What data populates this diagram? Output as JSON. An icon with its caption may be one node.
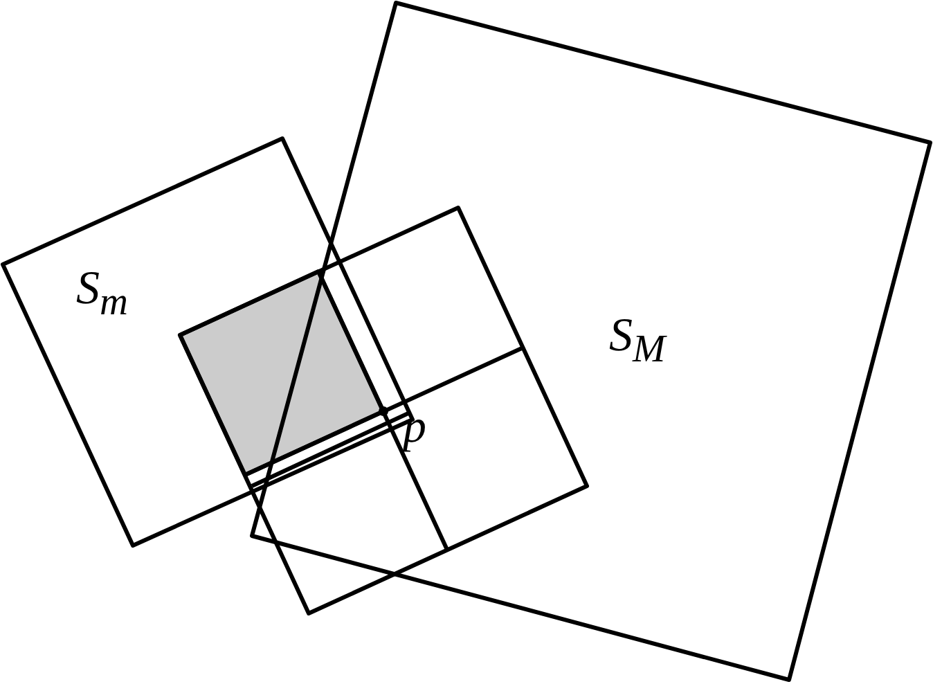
{
  "diagram": {
    "nodes": [
      {
        "text": [
          "S$_{m}$"
        ]
      },
      {
        "text": [
          "S$_{M}$"
        ]
      },
      {
        "text": [],
        "shape": "box"
      },
      {
        "text": [],
        "shape": "box"
      },
      {
        "text": [
          "p"
        ]
      }
    ]
  }
}
